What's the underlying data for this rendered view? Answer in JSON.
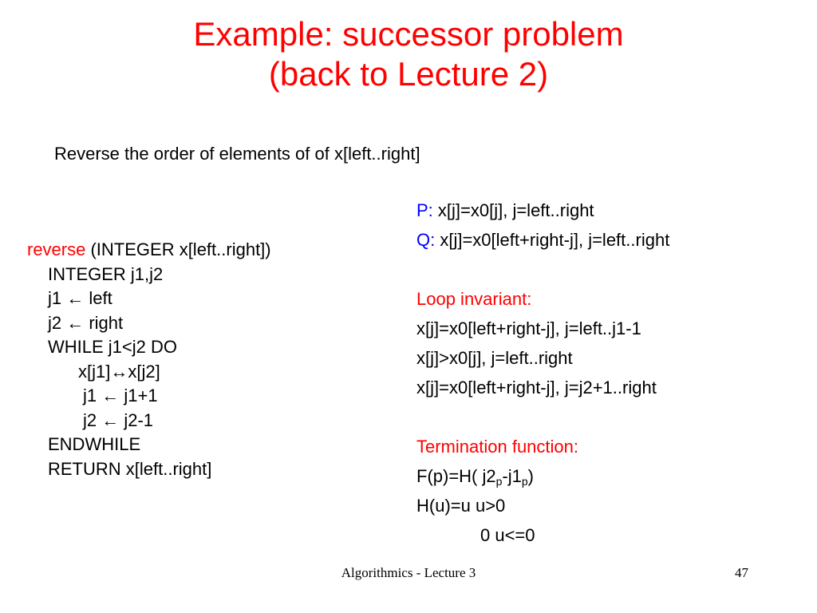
{
  "slide": {
    "title_line1": "Example:  successor problem",
    "title_line2": "(back to Lecture 2)",
    "subtitle": "Reverse the order of elements of  of x[left..right]"
  },
  "code": {
    "keyword": "reverse",
    "signature": " (INTEGER x[left..right])",
    "lines": [
      "INTEGER j1,j2",
      "j1 ← left",
      "j2 ← right",
      "WHILE j1<j2 DO",
      "x[j1]↔x[j2]",
      "j1 ← j1+1",
      "j2 ← j2-1",
      "ENDWHILE",
      "RETURN x[left..right]"
    ]
  },
  "spec": {
    "p_label": "P:",
    "p_text": " x[j]=x0[j], j=left..right",
    "q_label": "Q:",
    "q_text": " x[j]=x0[left+right-j], j=left..right",
    "invariant_label": "Loop invariant:",
    "invariant_lines": [
      "x[j]=x0[left+right-j], j=left..j1-1",
      "x[j]>x0[j],  j=left..right",
      "x[j]=x0[left+right-j], j=j2+1..right"
    ],
    "termination_label": "Termination function:",
    "term_f_a": "F(p)=H( j2",
    "term_f_sub1": "p",
    "term_f_b": "-j1",
    "term_f_sub2": "p",
    "term_f_c": ")",
    "term_h1": "H(u)=u   u>0",
    "term_h2": "0   u<=0"
  },
  "footer": {
    "course": "Algorithmics - Lecture 3",
    "page_number": "47"
  },
  "colors": {
    "title": "#ff0000",
    "keyword": "#ff0000",
    "spec_labels": "#0000ff",
    "section_labels": "#ff0000"
  }
}
